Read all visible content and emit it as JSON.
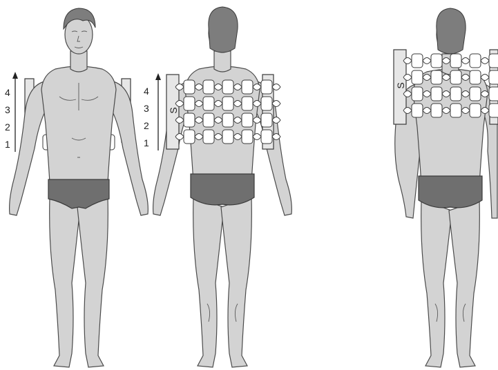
{
  "figures": {
    "front": {
      "view": "front",
      "plate_label": ""
    },
    "back_low": {
      "view": "back",
      "plate_label": "S"
    },
    "back_high": {
      "view": "back",
      "plate_label": "S"
    }
  },
  "scale_front": {
    "ticks": [
      "4",
      "3",
      "2",
      "1"
    ]
  },
  "scale_back": {
    "ticks": [
      "4",
      "3",
      "2",
      "1"
    ]
  },
  "colors": {
    "skin": "#d3d3d3",
    "shorts": "#6f6f6f",
    "outline": "#4a4a4a",
    "pad": "#ffffff"
  }
}
